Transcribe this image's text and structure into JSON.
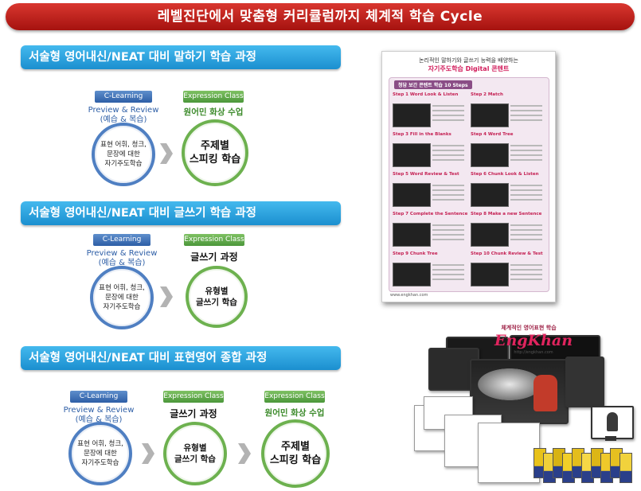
{
  "banner": {
    "title": "레벨진단에서 맞춤형 커리큘럼까지 체계적 학습 Cycle"
  },
  "sections": [
    {
      "title": "서술형 영어내신/NEAT 대비 말하기 학습 과정",
      "c_learning": {
        "tag": "C-Learning",
        "subtitle": "Preview & Review",
        "subtitle2": "(예습 & 복습)",
        "circle_lines": [
          "표현 어휘, 청크,",
          "문장에 대한",
          "자기주도학습"
        ]
      },
      "expression": {
        "tag": "Expression Class",
        "subtitle": "원어민 화상 수업",
        "circle_lines": [
          "주제별",
          "스피킹 학습"
        ]
      }
    },
    {
      "title": "서술형 영어내신/NEAT 대비 글쓰기 학습 과정",
      "c_learning": {
        "tag": "C-Learning",
        "subtitle": "Preview & Review",
        "subtitle2": "(예습 & 복습)",
        "circle_lines": [
          "표현 어휘, 청크,",
          "문장에 대한",
          "자기주도학습"
        ]
      },
      "expression": {
        "tag": "Expression Class",
        "subtitle": "글쓰기 과정",
        "circle_lines": [
          "유형별",
          "글쓰기 학습"
        ]
      }
    },
    {
      "title": "서술형 영어내신/NEAT 대비 표현영어 종합 과정",
      "c_learning": {
        "tag": "C-Learning",
        "subtitle": "Preview & Review",
        "subtitle2": "(예습 & 복습)",
        "circle_lines": [
          "표현 어휘, 청크,",
          "문장에 대한",
          "자기주도학습"
        ]
      },
      "expression": {
        "tag": "Expression Class",
        "subtitle": "글쓰기 과정",
        "circle_lines": [
          "유형별",
          "글쓰기 학습"
        ]
      },
      "expression2": {
        "tag": "Expression Class",
        "subtitle": "원어민 화상 수업",
        "circle_lines": [
          "주제별",
          "스피킹 학습"
        ]
      }
    }
  ],
  "brochure": {
    "head1": "논리적인 말하기와 글쓰기 능력을 배양하는",
    "head2": "자기주도학습 Digital 콘텐트",
    "panel_title": "청담 보간 콘텐트 학습 10 Steps",
    "steps": [
      "Step 1  Word Look & Listen",
      "Step 2  Match",
      "Step 3  Fill in the Blanks",
      "Step 4  Word Tree",
      "Step 5  Word Review & Test",
      "Step 6  Chunk Look & Listen",
      "Step 7  Complete the Sentence",
      "Step 8  Make a new Sentence",
      "Step 9  Chunk Tree",
      "Step 10  Chunk Review & Test"
    ],
    "footer": "www.engkhan.com"
  },
  "product": {
    "tagline": "체계적인 영어표현 학습",
    "logo": "EngKhan",
    "url": "http://engkhan.com"
  },
  "colors": {
    "banner": "#b81a16",
    "section_bar": "#2aa3de",
    "c_learning": "#2d5ea6",
    "expression": "#4b973a",
    "arrow": "#b3b3b3"
  }
}
